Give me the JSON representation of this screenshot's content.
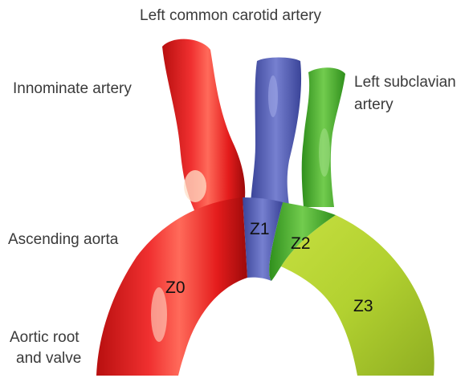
{
  "labels": {
    "left_common_carotid": "Left common carotid artery",
    "innominate": "Innominate artery",
    "left_subclavian": [
      "Left subclavian",
      "artery"
    ],
    "ascending_aorta": "Ascending aorta",
    "aortic_root": [
      "Aortic root",
      "and valve"
    ]
  },
  "zones": [
    "Z0",
    "Z1",
    "Z2",
    "Z3"
  ],
  "colors": {
    "zone0": "#e51c1c",
    "zone1": "#5560b8",
    "zone2": "#52b132",
    "zone3": "#b2d130",
    "text": "#3a3a3a"
  }
}
